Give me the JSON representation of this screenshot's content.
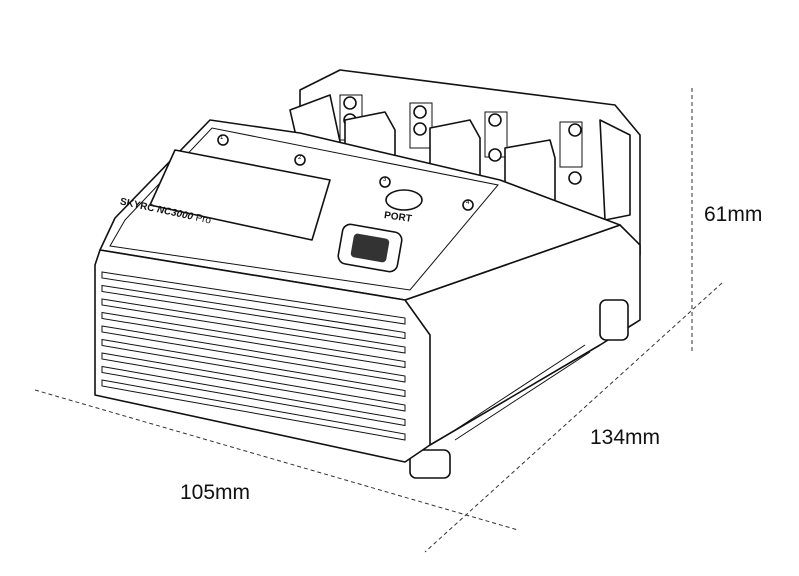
{
  "product": {
    "brand": "SKYRC",
    "model": "NC3000",
    "model_suffix": "Pro",
    "port_label": "PORT",
    "slot_numbers": [
      "1",
      "2",
      "3",
      "4"
    ]
  },
  "dimensions": {
    "height": "61mm",
    "depth": "134mm",
    "width": "105mm"
  }
}
